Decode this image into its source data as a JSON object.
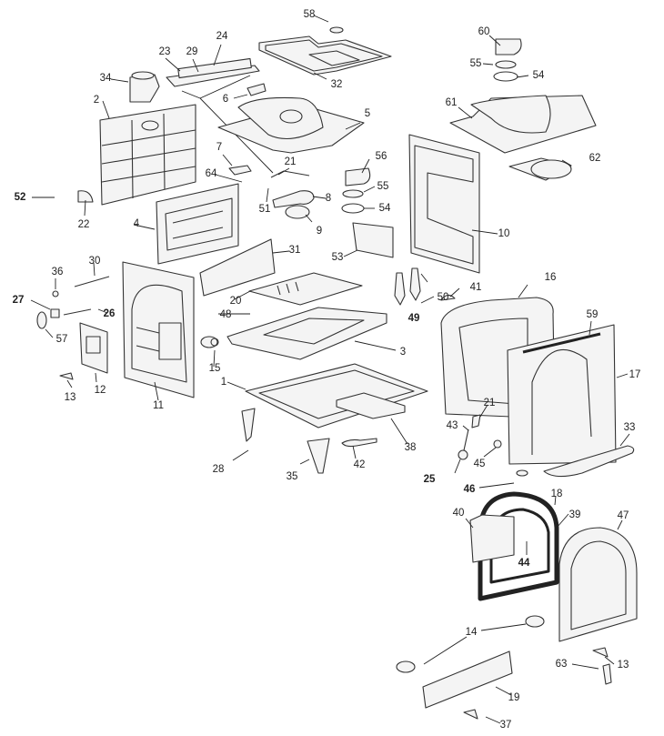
{
  "diagram": {
    "type": "exploded-parts-diagram",
    "subject": "Cast iron stove",
    "callouts": {
      "p1": "1",
      "p2": "2",
      "p3": "3",
      "p4": "4",
      "p5": "5",
      "p6": "6",
      "p7": "7",
      "p8": "8",
      "p9": "9",
      "p10": "10",
      "p11": "11",
      "p12": "12",
      "p13a": "13",
      "p13b": "13",
      "p14": "14",
      "p15": "15",
      "p16": "16",
      "p17": "17",
      "p18": "18",
      "p19": "19",
      "p20": "20",
      "p21a": "21",
      "p21b": "21",
      "p22": "22",
      "p23": "23",
      "p24": "24",
      "p25": "25",
      "p26": "26",
      "p27": "27",
      "p28": "28",
      "p29": "29",
      "p30": "30",
      "p31": "31",
      "p32": "32",
      "p33": "33",
      "p34": "34",
      "p35": "35",
      "p36": "36",
      "p37": "37",
      "p38": "38",
      "p39": "39",
      "p40": "40",
      "p41": "41",
      "p42": "42",
      "p43": "43",
      "p44": "44",
      "p45": "45",
      "p46": "46",
      "p47": "47",
      "p48": "48",
      "p49": "49",
      "p50": "50",
      "p51": "51",
      "p52": "52",
      "p53": "53",
      "p54a": "54",
      "p54b": "54",
      "p55a": "55",
      "p55b": "55",
      "p56": "56",
      "p57": "57",
      "p58": "58",
      "p59": "59",
      "p60": "60",
      "p61": "61",
      "p62": "62",
      "p63": "63",
      "p64": "64"
    }
  }
}
